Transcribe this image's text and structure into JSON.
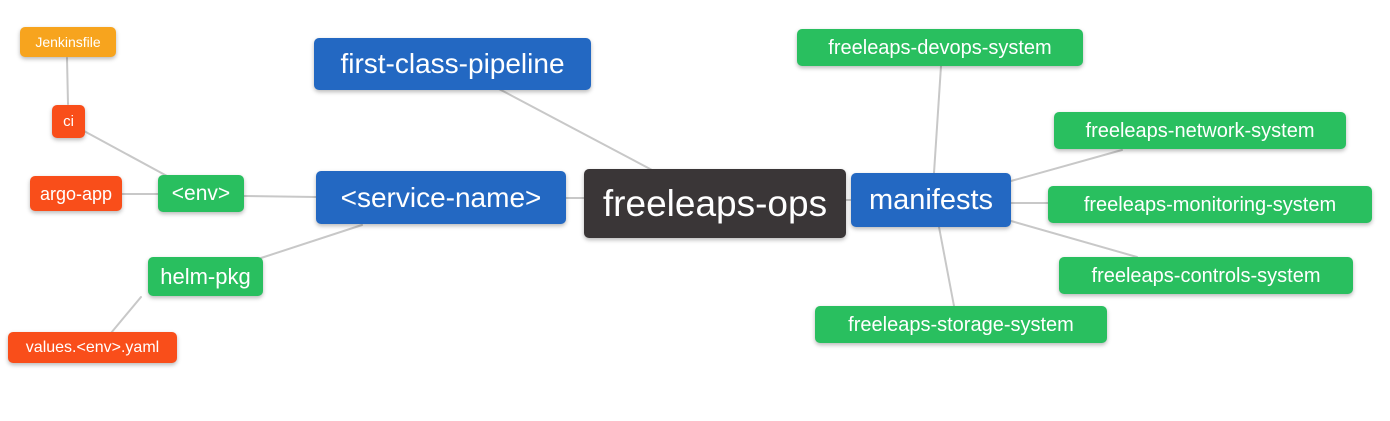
{
  "diagram": {
    "type": "mindmap",
    "root": "freeleaps-ops"
  },
  "colors": {
    "blue": "#2368c2",
    "green": "#29bf5f",
    "red": "#f94e1a",
    "orange": "#f7a41e",
    "dark": "#3a3637",
    "edge": "#c8c8c8",
    "node_text": "#ffffff",
    "background": "#ffffff"
  },
  "nodes": {
    "freeleaps_ops": {
      "label": "freeleaps-ops",
      "color": "dark"
    },
    "first_class_pipeline": {
      "label": "first-class-pipeline",
      "color": "blue"
    },
    "service_name": {
      "label": "<service-name>",
      "color": "blue"
    },
    "manifests": {
      "label": "manifests",
      "color": "blue"
    },
    "env": {
      "label": "<env>",
      "color": "green"
    },
    "helm_pkg": {
      "label": "helm-pkg",
      "color": "green"
    },
    "ci": {
      "label": "ci",
      "color": "red"
    },
    "argo_app": {
      "label": "argo-app",
      "color": "red"
    },
    "jenkinsfile": {
      "label": "Jenkinsfile",
      "color": "orange"
    },
    "values_env_yaml": {
      "label": "values.<env>.yaml",
      "color": "red"
    },
    "devops_system": {
      "label": "freeleaps-devops-system",
      "color": "green"
    },
    "network_system": {
      "label": "freeleaps-network-system",
      "color": "green"
    },
    "monitoring_system": {
      "label": "freeleaps-monitoring-system",
      "color": "green"
    },
    "controls_system": {
      "label": "freeleaps-controls-system",
      "color": "green"
    },
    "storage_system": {
      "label": "freeleaps-storage-system",
      "color": "green"
    }
  },
  "edges": [
    {
      "from": "jenkinsfile",
      "to": "ci"
    },
    {
      "from": "ci",
      "to": "env"
    },
    {
      "from": "argo_app",
      "to": "env"
    },
    {
      "from": "env",
      "to": "service_name"
    },
    {
      "from": "helm_pkg",
      "to": "service_name"
    },
    {
      "from": "helm_pkg",
      "to": "values_env_yaml"
    },
    {
      "from": "service_name",
      "to": "freeleaps_ops"
    },
    {
      "from": "first_class_pipeline",
      "to": "freeleaps_ops"
    },
    {
      "from": "freeleaps_ops",
      "to": "manifests"
    },
    {
      "from": "manifests",
      "to": "devops_system"
    },
    {
      "from": "manifests",
      "to": "network_system"
    },
    {
      "from": "manifests",
      "to": "monitoring_system"
    },
    {
      "from": "manifests",
      "to": "controls_system"
    },
    {
      "from": "manifests",
      "to": "storage_system"
    }
  ]
}
